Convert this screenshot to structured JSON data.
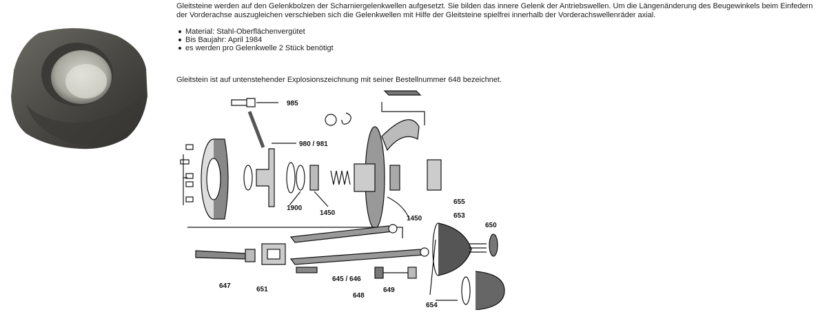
{
  "description_text": "Gleitsteine werden auf den Gelenkbolzen der Scharniergelenkwellen aufgesetzt. Sie bilden das innere Gelenk der Antriebswellen. Um die Längenänderung des Beugewinkels beim Einfedern der Vorderachse auszugleichen verschieben sich die Gelenkwellen mit Hilfe der Gleitsteine spielfrei innerhalb der Vorderachswellenräder axial.",
  "features": [
    "Material: Stahl-Oberflächenvergütet",
    "Bis Baujahr: April 1984",
    "es werden pro Gelenkwelle 2 Stück benötigt"
  ],
  "diagram_note": "Gleitstein ist auf untenstehender Explosionszeichnung mit seiner Bestellnummer 648 bezeichnet.",
  "diagram_labels": {
    "l985": "985",
    "l980": "980 / 981",
    "l1900": "1900",
    "l1450a": "1450",
    "l1450b": "1450",
    "l655": "655",
    "l653": "653",
    "l650": "650",
    "l647": "647",
    "l651": "651",
    "l645": "645 / 646",
    "l648": "648",
    "l649": "649",
    "l654": "654"
  }
}
